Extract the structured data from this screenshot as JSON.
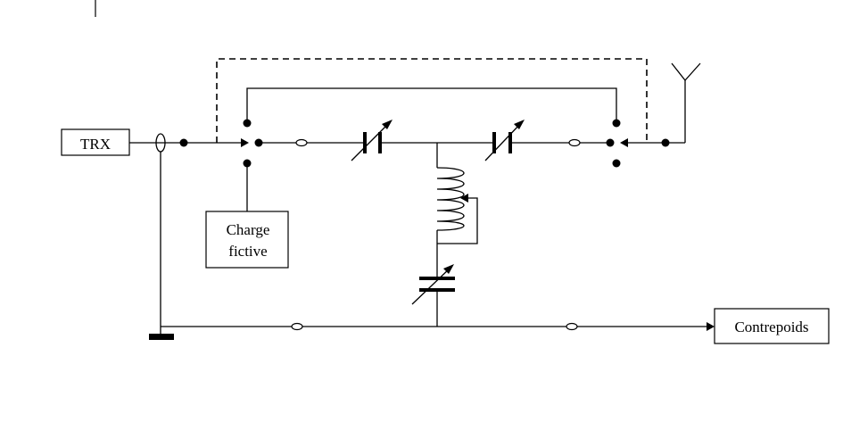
{
  "labels": {
    "trx": "TRX",
    "charge_line1": "Charge",
    "charge_line2": "fictive",
    "contrepoids": "Contrepoids"
  },
  "colors": {
    "ink": "#000000",
    "background": "#ffffff"
  }
}
